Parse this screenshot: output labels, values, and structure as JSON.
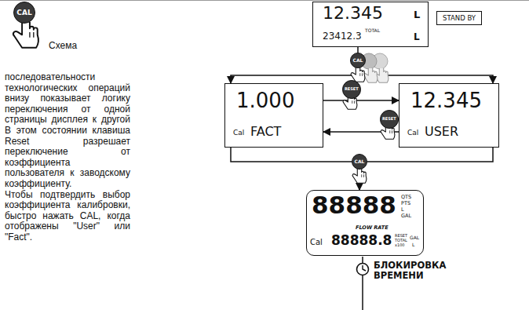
{
  "diagram": {
    "nodes": [
      {
        "text": [
          "CAL"
        ]
      },
      {
        "text": [
          "12.345",
          "L",
          "23412.3",
          "TOTAL",
          "L"
        ]
      },
      {
        "text": [
          "STAND BY"
        ]
      },
      {
        "text": [
          "CAL"
        ]
      },
      {
        "text": [
          "1.000",
          "Cal",
          "FACT"
        ]
      },
      {
        "text": [
          "12.345",
          "Cal",
          "USER"
        ]
      },
      {
        "text": [
          "RESET"
        ]
      },
      {
        "text": [
          "RESET"
        ]
      },
      {
        "text": [
          "CAL"
        ]
      },
      {
        "text": [
          "88888",
          "QTS",
          "PTS",
          "L",
          "GAL",
          "FLOW RATE",
          "Cal",
          "88888.8",
          "RESET",
          "TOTAL",
          "x100",
          "GAL",
          "L"
        ]
      }
    ],
    "edges": [
      {
        "from": 1,
        "to": 3,
        "arrow": "none"
      },
      {
        "from": 3,
        "to": 4,
        "arrow": "to"
      },
      {
        "from": 3,
        "to": 5,
        "arrow": "to"
      },
      {
        "from": 4,
        "to": 5,
        "arrow": "to"
      },
      {
        "from": 5,
        "to": 4,
        "arrow": "to"
      },
      {
        "from": 4,
        "to": 8,
        "arrow": "none"
      },
      {
        "from": 5,
        "to": 8,
        "arrow": "none"
      },
      {
        "from": 8,
        "to": 9,
        "arrow": "to"
      }
    ],
    "labels": [
      "Схема последовательности технологических операций внизу показывает логику переключения от одной страницы дисплея к другой В этом состоянии клавиша Reset разрешает переключение от коэффициента пользователя к заводскому коэффициенту.",
      "Чтобы подтвердить выбор коэффициента калибровки, быстро нажать CAL, когда отображены \"User\" или \"Fact\".",
      "БЛОКИРОВКА ВРЕМЕНИ"
    ]
  }
}
